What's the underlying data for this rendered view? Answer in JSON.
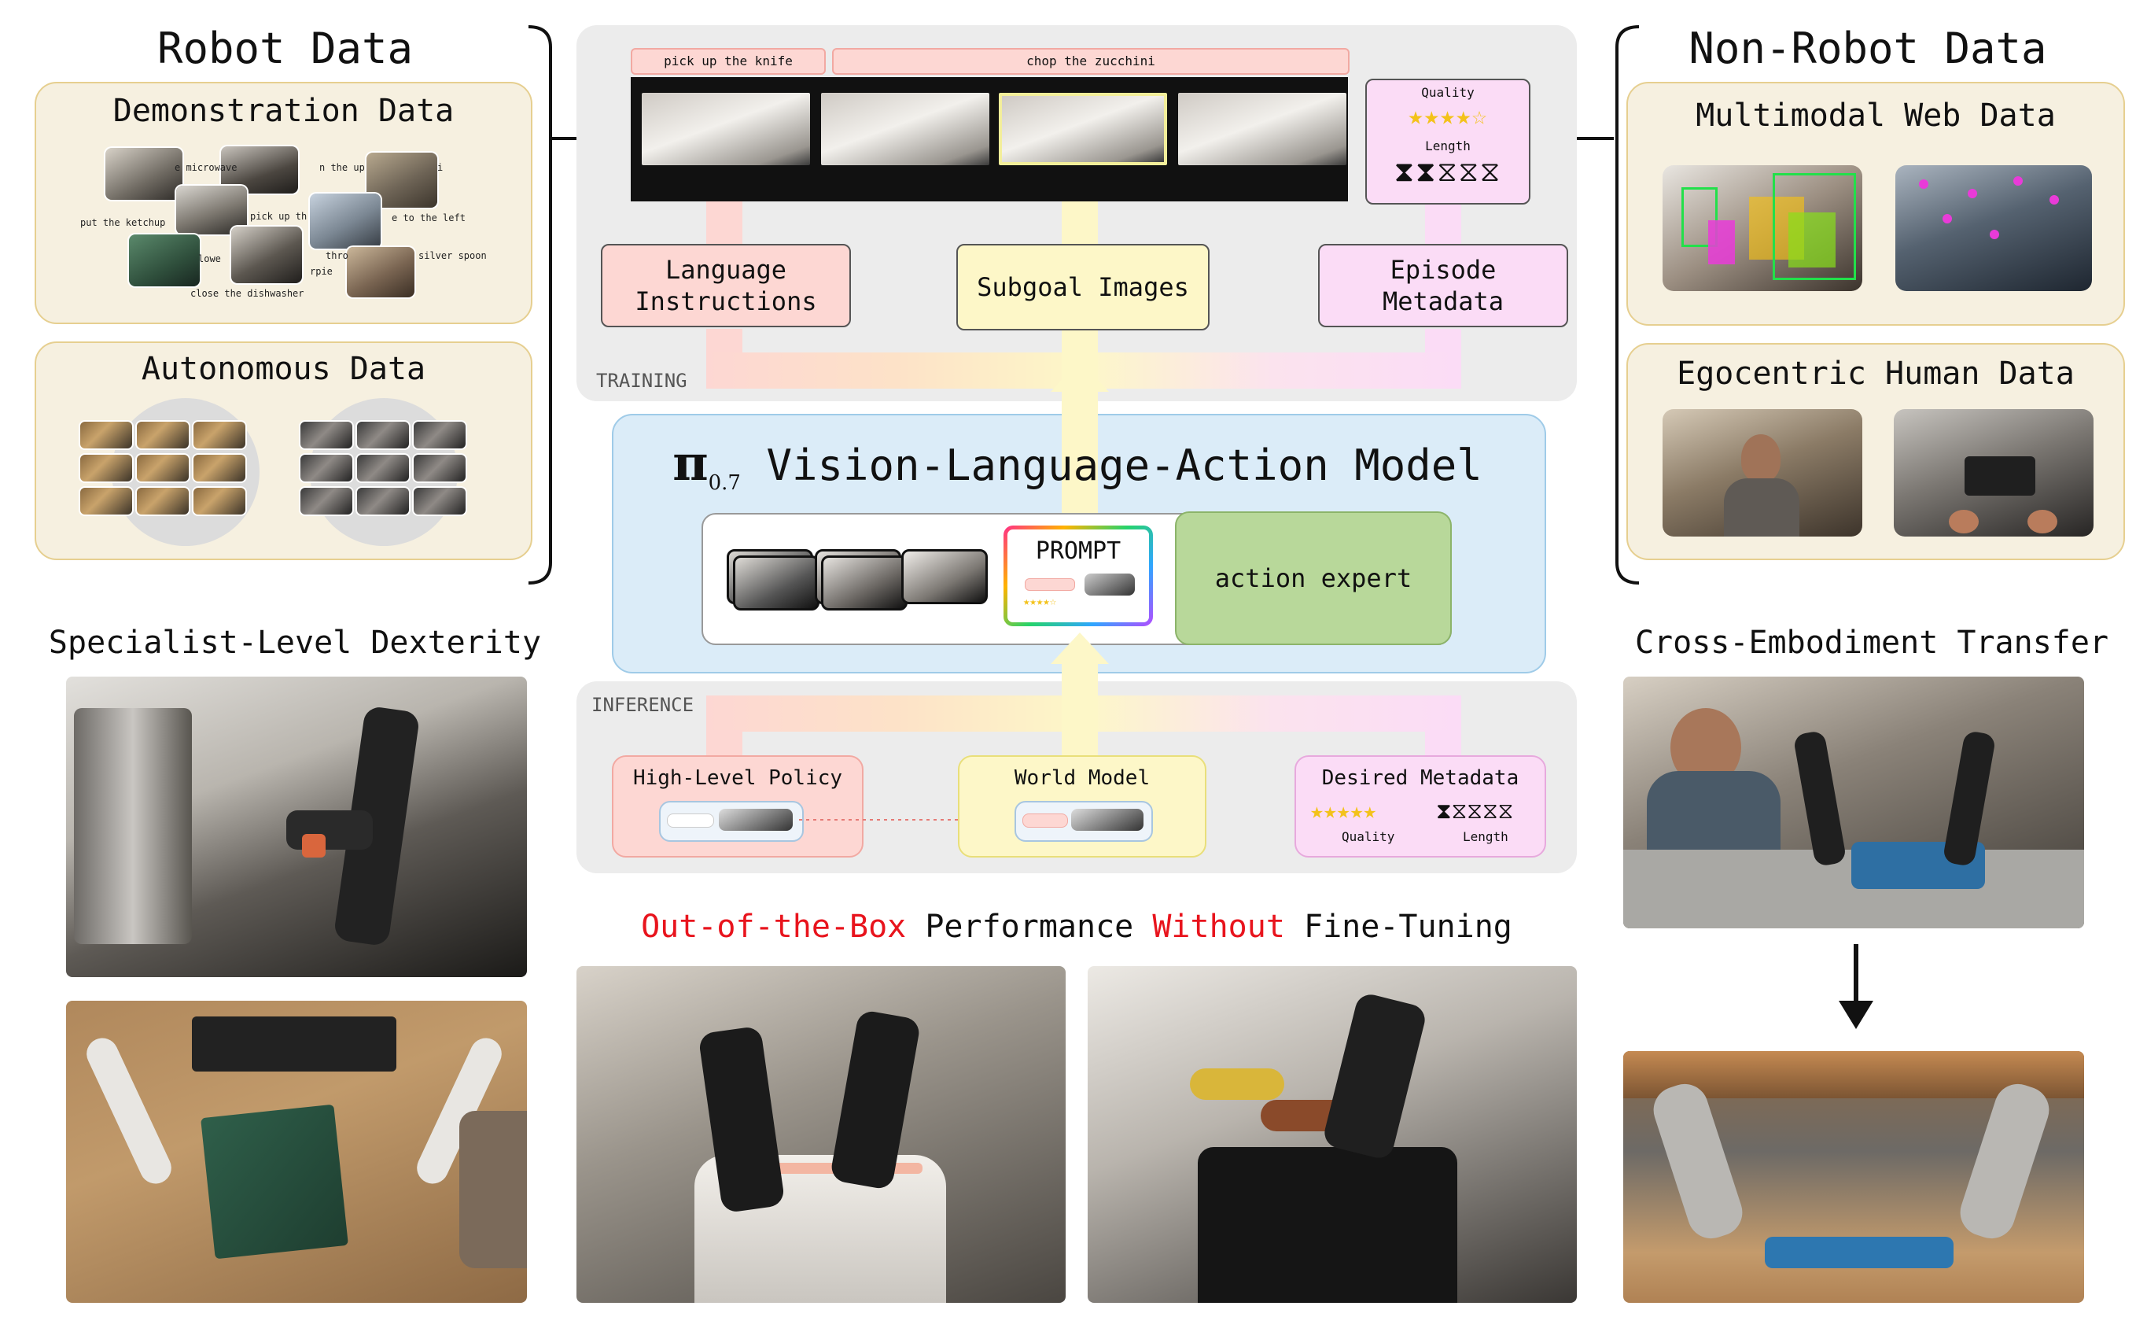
{
  "robot_data": {
    "title": "Robot Data",
    "demonstration": {
      "title": "Demonstration Data",
      "captions": [
        "e microwave",
        "n the up",
        "i",
        "put the ketchup",
        "pick up th",
        "e to the left",
        "lowe",
        "thro",
        "silver spoon",
        "rpie",
        "close the dishwasher"
      ]
    },
    "autonomous": {
      "title": "Autonomous Data"
    }
  },
  "non_robot_data": {
    "title": "Non-Robot Data",
    "web": {
      "title": "Multimodal Web Data"
    },
    "egocentric": {
      "title": "Egocentric Human Data"
    }
  },
  "training": {
    "section_label": "TRAINING",
    "instruction_1": "pick up the knife",
    "instruction_2": "chop the zucchini",
    "quality_label": "Quality",
    "length_label": "Length",
    "quality_rating": 4,
    "length_rating": 2,
    "language_instructions": "Language Instructions",
    "subgoal_images": "Subgoal Images",
    "episode_metadata": "Episode Metadata"
  },
  "model": {
    "pi_symbol": "π",
    "pi_subscript": "0.7",
    "title": "Vision-Language-Action Model",
    "prompt_label": "PROMPT",
    "action_expert": "action expert"
  },
  "inference": {
    "section_label": "INFERENCE",
    "high_level_policy": "High-Level Policy",
    "world_model": "World Model",
    "desired_metadata": "Desired Metadata",
    "quality_label": "Quality",
    "length_label": "Length"
  },
  "bottom": {
    "specialist": "Specialist-Level Dexterity",
    "cross_embodiment": "Cross-Embodiment Transfer",
    "oob_red_1": "Out-of-the-Box",
    "oob_black_1": " Performance ",
    "oob_red_2": "Without",
    "oob_black_2": " Fine-Tuning"
  },
  "colors": {
    "language": "#fdd7d3",
    "subgoal": "#fdf7c8",
    "metadata": "#fbdcf6",
    "vla_bg": "#dbecf8",
    "action_expert": "#b8d89a",
    "panel_gray": "#ececec",
    "beige": "#f6f0e0",
    "red_text": "#e8141d"
  }
}
